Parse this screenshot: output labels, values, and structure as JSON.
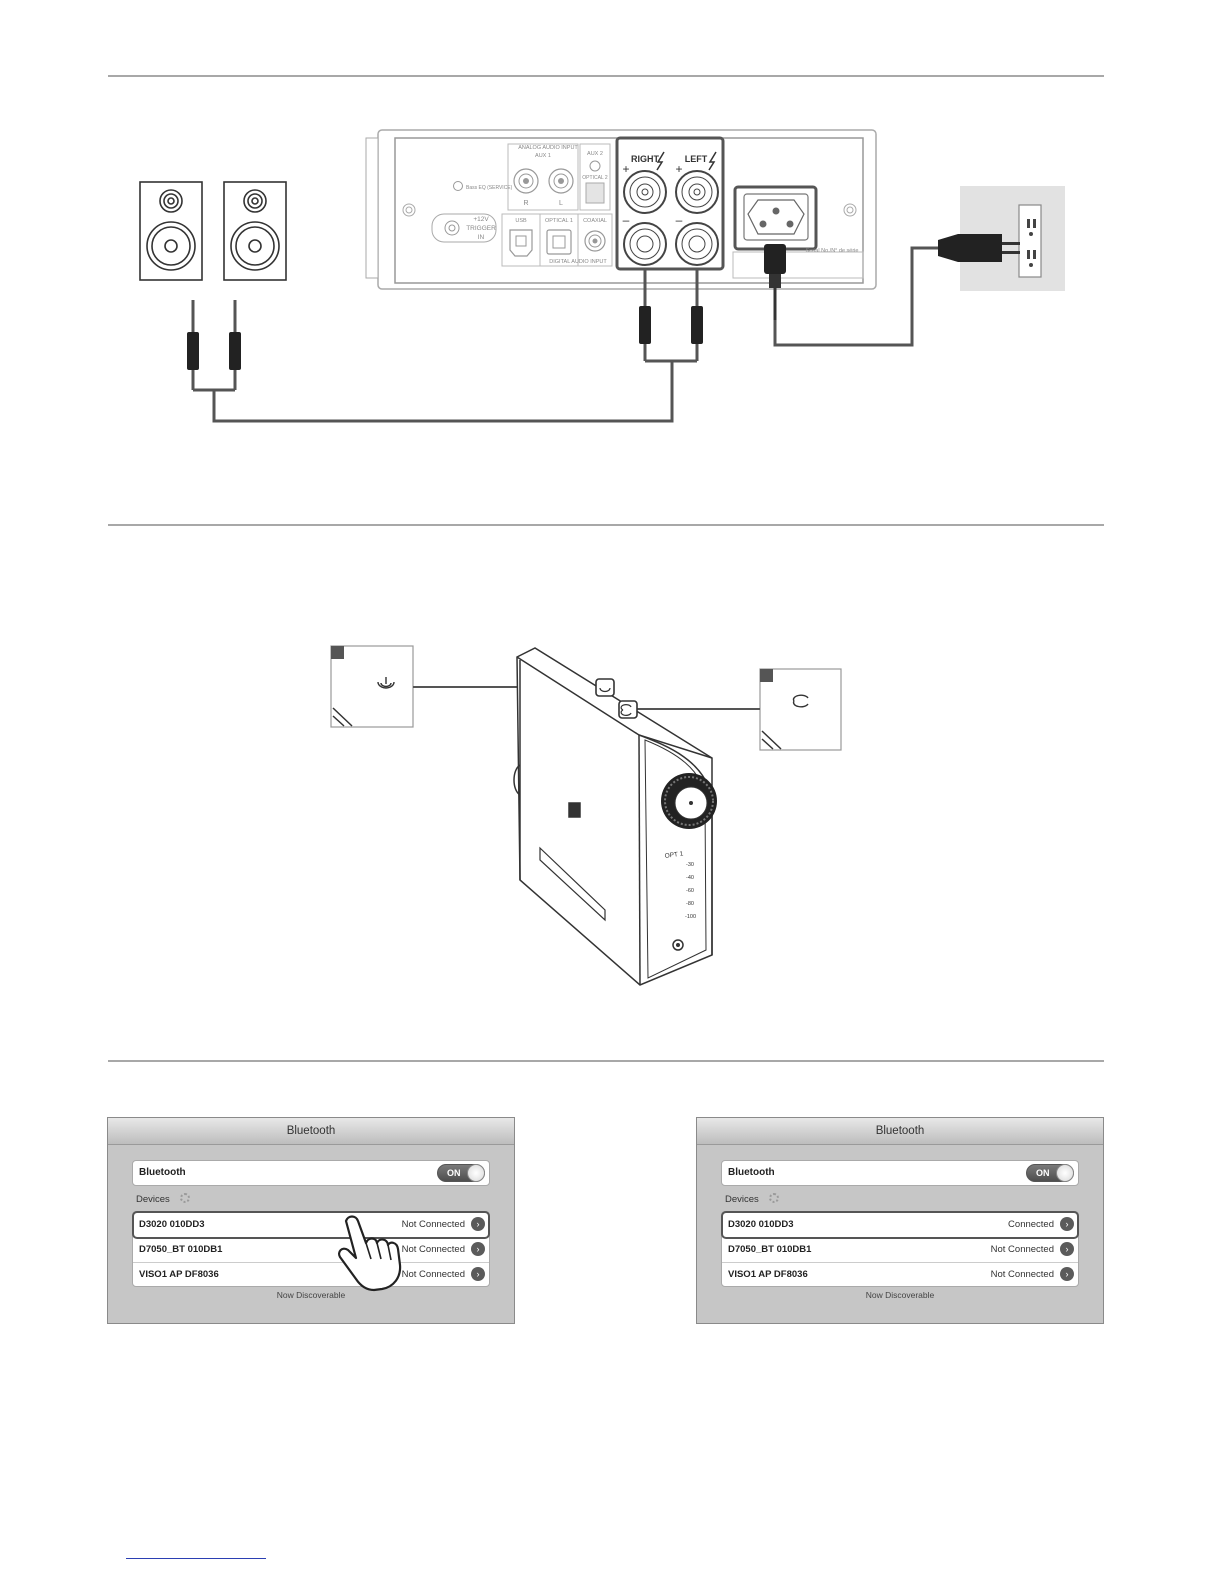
{
  "rear_panel": {
    "analog_audio_input": "ANALOG AUDIO INPUT",
    "aux1": "AUX 1",
    "aux2": "AUX 2",
    "optical2": "OPTICAL 2",
    "r": "R",
    "l": "L",
    "service": "Bass EQ (SERVICE)",
    "trigger_line1": "+12V",
    "trigger_line2": "TRIGGER",
    "trigger_line3": "IN",
    "usb": "USB",
    "optical1": "OPTICAL 1",
    "coaxial": "COAXIAL",
    "digital_audio_input": "DIGITAL AUDIO INPUT",
    "right": "RIGHT",
    "left": "LEFT",
    "plus": "+",
    "minus": "–",
    "serial": "Serial No./N° de série"
  },
  "front_panel": {
    "input_label": "OPT 1",
    "level_marks": [
      "-30",
      "-40",
      "-60",
      "-80",
      "-100"
    ]
  },
  "bluetooth_panels": [
    {
      "title": "Bluetooth",
      "toggle_label": "Bluetooth",
      "toggle_state": "ON",
      "devices_heading": "Devices",
      "devices": [
        {
          "name": "D3020 010DD3",
          "status": "Not Connected"
        },
        {
          "name": "D7050_BT 010DB1",
          "status": "Not Connected"
        },
        {
          "name": "VISO1 AP DF8036",
          "status": "Not Connected"
        }
      ],
      "footer": "Now Discoverable"
    },
    {
      "title": "Bluetooth",
      "toggle_label": "Bluetooth",
      "toggle_state": "ON",
      "devices_heading": "Devices",
      "devices": [
        {
          "name": "D3020 010DD3",
          "status": "Connected"
        },
        {
          "name": "D7050_BT 010DB1",
          "status": "Not Connected"
        },
        {
          "name": "VISO1 AP DF8036",
          "status": "Not Connected"
        }
      ],
      "footer": "Now Discoverable"
    }
  ],
  "icons": [
    "speaker-icon",
    "speaker-plug-icon",
    "power-outlet-icon",
    "power-plug-icon",
    "power-button-icon",
    "source-button-icon",
    "pointing-hand-icon",
    "detail-disclosure-icon"
  ]
}
